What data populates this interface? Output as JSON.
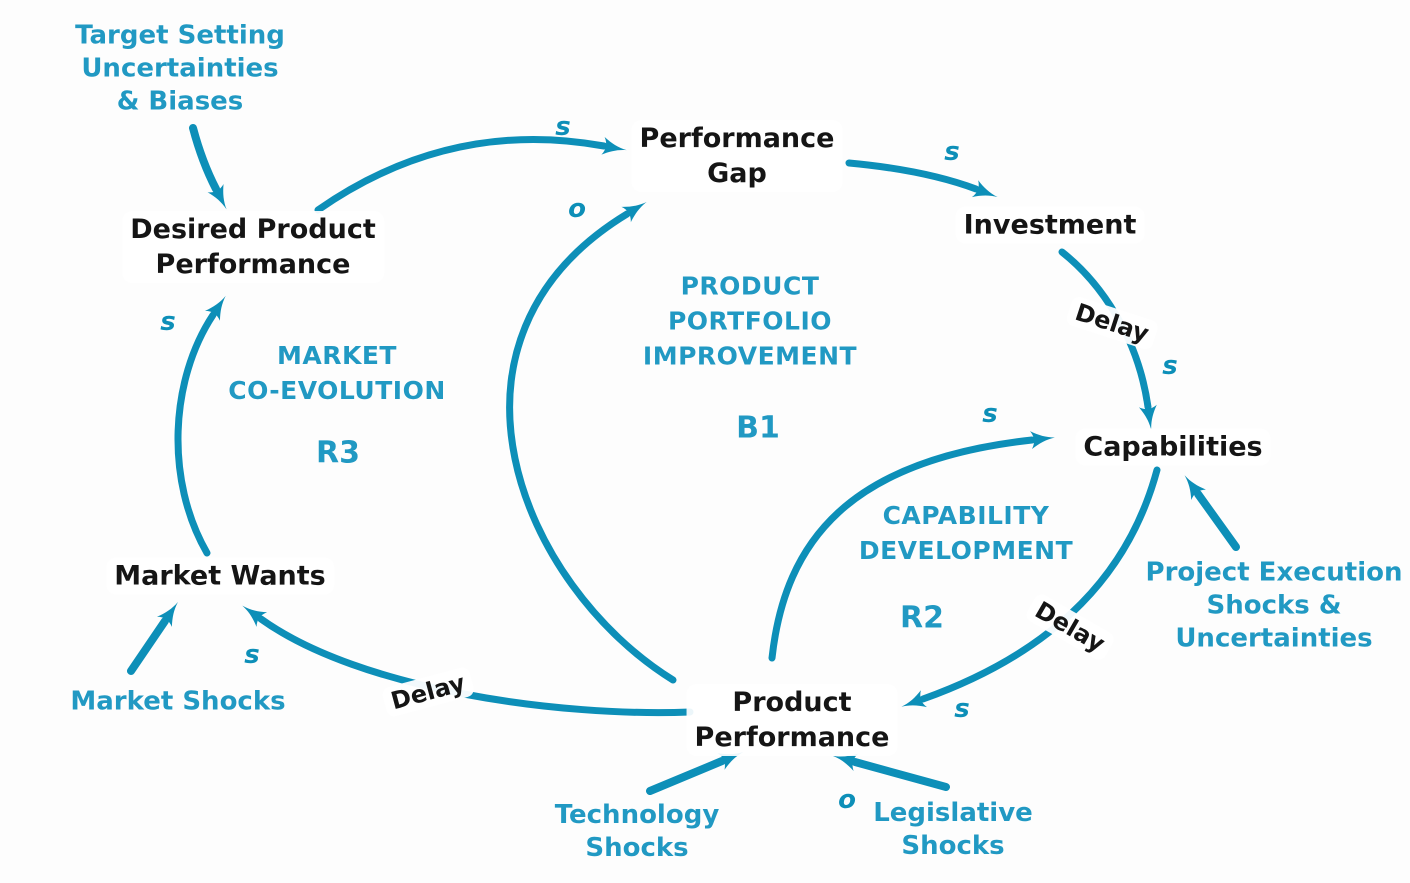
{
  "colors": {
    "arrow": "#0D8FB8",
    "teal_text": "#2199C3",
    "node_text": "#151515",
    "background": "#FDFDFD"
  },
  "nodes": {
    "desired_product_performance": {
      "line1": "Desired Product",
      "line2": "Performance"
    },
    "performance_gap": {
      "line1": "Performance",
      "line2": "Gap"
    },
    "investment": {
      "label": "Investment"
    },
    "capabilities": {
      "label": "Capabilities"
    },
    "product_performance": {
      "line1": "Product",
      "line2": "Performance"
    },
    "market_wants": {
      "label": "Market Wants"
    }
  },
  "external_factors": {
    "target_setting": {
      "line1": "Target Setting",
      "line2": "Uncertainties",
      "line3": "& Biases"
    },
    "market_shocks": {
      "label": "Market Shocks"
    },
    "technology_shocks": {
      "line1": "Technology",
      "line2": "Shocks"
    },
    "legislative_shocks": {
      "line1": "Legislative",
      "line2": "Shocks"
    },
    "project_execution": {
      "line1": "Project Execution",
      "line2": "Shocks &",
      "line3": "Uncertainties"
    }
  },
  "loops": {
    "market_coevolution": {
      "line1": "MARKET",
      "line2": "CO-EVOLUTION",
      "id": "R3"
    },
    "product_portfolio": {
      "line1": "PRODUCT",
      "line2": "PORTFOLIO",
      "line3": "IMPROVEMENT",
      "id": "B1"
    },
    "capability_development": {
      "line1": "CAPABILITY",
      "line2": "DEVELOPMENT",
      "id": "R2"
    }
  },
  "link_labels": {
    "same": "s",
    "opposite": "o",
    "delay": "Delay"
  },
  "edges": [
    {
      "from": "Desired Product Performance",
      "to": "Performance Gap",
      "polarity": "s",
      "delay": false
    },
    {
      "from": "Performance Gap",
      "to": "Investment",
      "polarity": "s",
      "delay": false
    },
    {
      "from": "Investment",
      "to": "Capabilities",
      "polarity": "s",
      "delay": true
    },
    {
      "from": "Capabilities",
      "to": "Product Performance",
      "polarity": "s",
      "delay": true
    },
    {
      "from": "Product Performance",
      "to": "Capabilities",
      "polarity": "s",
      "delay": false
    },
    {
      "from": "Product Performance",
      "to": "Performance Gap",
      "polarity": "o",
      "delay": false
    },
    {
      "from": "Product Performance",
      "to": "Market Wants",
      "polarity": "s",
      "delay": true
    },
    {
      "from": "Market Wants",
      "to": "Desired Product Performance",
      "polarity": "s",
      "delay": false
    },
    {
      "from": "Target Setting Uncertainties & Biases",
      "to": "Desired Product Performance",
      "polarity": "",
      "delay": false
    },
    {
      "from": "Market Shocks",
      "to": "Market Wants",
      "polarity": "",
      "delay": false
    },
    {
      "from": "Technology Shocks",
      "to": "Product Performance",
      "polarity": "",
      "delay": false
    },
    {
      "from": "Legislative Shocks",
      "to": "Product Performance",
      "polarity": "o",
      "delay": false
    },
    {
      "from": "Project Execution Shocks & Uncertainties",
      "to": "Capabilities",
      "polarity": "",
      "delay": false
    }
  ]
}
